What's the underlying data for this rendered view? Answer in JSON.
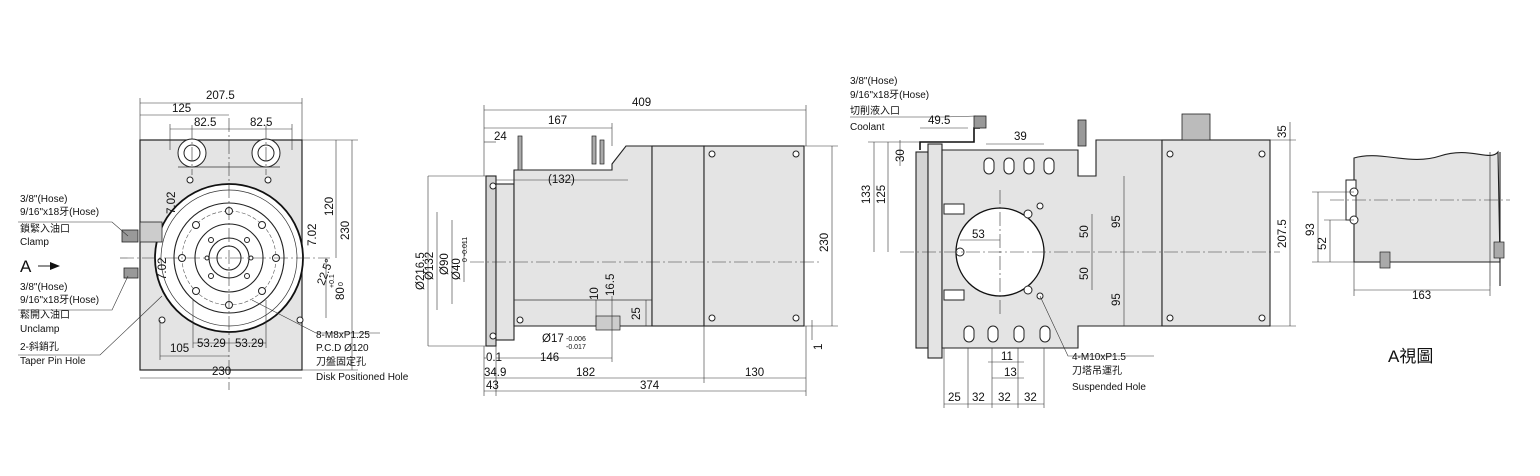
{
  "front_view": {
    "dims": {
      "w_207_5": "207.5",
      "w_125": "125",
      "w_82_5a": "82.5",
      "w_82_5b": "82.5",
      "h_230": "230",
      "h_120": "120",
      "a_7_02a": "7.02",
      "a_7_02b": "7.02",
      "a_7_02c": "7.02",
      "a_22_5": "22.5°",
      "h_80": "80",
      "h_80_tol_up": "+0.1",
      "h_80_tol_dn": "0",
      "w_105": "105",
      "w_53_29a": "53.29",
      "w_53_29b": "53.29",
      "w_230": "230"
    },
    "callouts": {
      "clamp_1": "3/8\"(Hose)",
      "clamp_2": "9/16\"x18牙(Hose)",
      "clamp_3": "鎖緊入油口",
      "clamp_4": "Clamp",
      "arrow_a": "A",
      "unclamp_1": "3/8\"(Hose)",
      "unclamp_2": "9/16\"x18牙(Hose)",
      "unclamp_3": "鬆開入油口",
      "unclamp_4": "Unclamp",
      "taper_1": "2-斜銷孔",
      "taper_2": "Taper Pin Hole",
      "disk_1": "8-M8xP1.25",
      "disk_2": "P.C.D Ø120",
      "disk_3": "刀盤固定孔",
      "disk_4": "Disk Positioned Hole"
    }
  },
  "side_view": {
    "dims": {
      "w_409": "409",
      "w_167": "167",
      "w_24": "24",
      "w_132p": "(132)",
      "h_230": "230",
      "d_216_5": "Ø216.5",
      "d_132": "Ø132",
      "d_90": "Ø90",
      "d_40": "Ø40",
      "d_40_tol": "0 -0.011",
      "d_17": "Ø17",
      "d_17_tol_up": "-0.006",
      "d_17_tol_dn": "-0.017",
      "h_10": "10",
      "h_16_5": "16.5",
      "h_25": "25",
      "h_1": "1",
      "w_0_1": "0.1",
      "w_146": "146",
      "w_34_9": "34.9",
      "w_182": "182",
      "w_130": "130",
      "w_43": "43",
      "w_374": "374"
    }
  },
  "top_view": {
    "dims": {
      "w_49_5": "49.5",
      "w_39": "39",
      "h_30": "30",
      "h_133": "133",
      "h_125": "125",
      "w_53": "53",
      "h_50a": "50",
      "h_50b": "50",
      "h_95a": "95",
      "h_95b": "95",
      "h_35": "35",
      "h_207_5": "207.5",
      "w_11": "11",
      "w_13": "13",
      "w_25": "25",
      "w_32a": "32",
      "w_32b": "32",
      "w_32c": "32"
    },
    "callouts": {
      "coolant_1": "3/8\"(Hose)",
      "coolant_2": "9/16\"x18牙(Hose)",
      "coolant_3": "切削液入口",
      "coolant_4": "Coolant",
      "susp_1": "4-M10xP1.5",
      "susp_2": "刀塔吊運孔",
      "susp_3": "Suspended Hole"
    }
  },
  "view_a": {
    "dims": {
      "h_93": "93",
      "h_52": "52",
      "w_163": "163"
    },
    "label": "A視圖"
  }
}
